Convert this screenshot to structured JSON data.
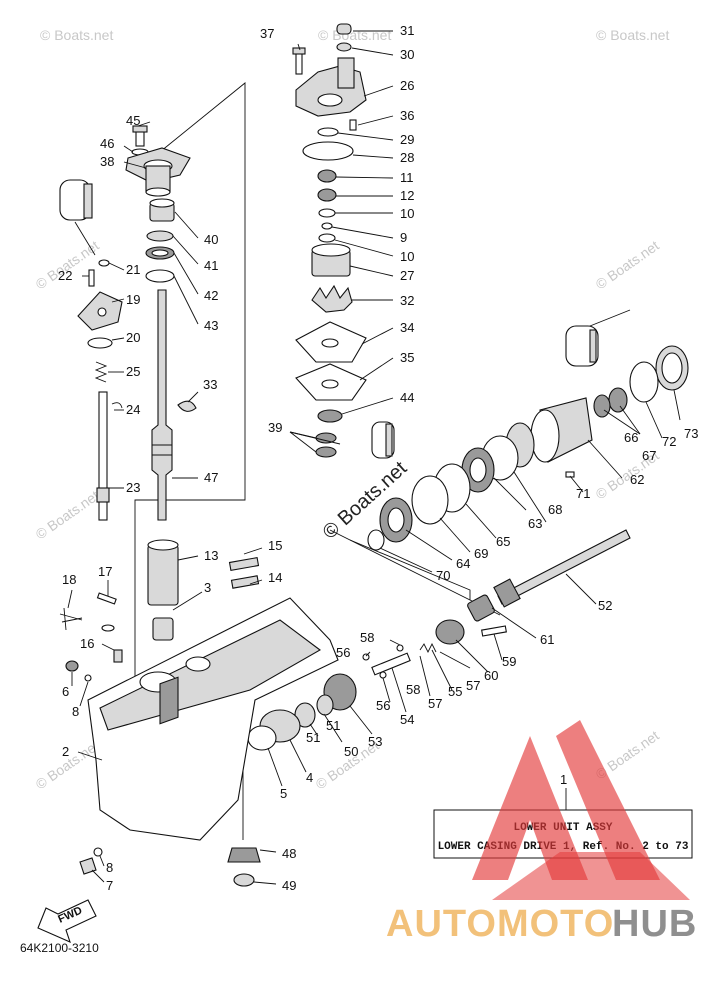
{
  "callouts": {
    "n1": "1",
    "n2": "2",
    "n3": "3",
    "n4": "4",
    "n5": "5",
    "n6": "6",
    "n7": "7",
    "n8a": "8",
    "n8b": "8",
    "n9": "9",
    "n10a": "10",
    "n10b": "10",
    "n11": "11",
    "n12": "12",
    "n13": "13",
    "n14": "14",
    "n15": "15",
    "n16": "16",
    "n17": "17",
    "n18": "18",
    "n19": "19",
    "n20": "20",
    "n21": "21",
    "n22": "22",
    "n23": "23",
    "n24": "24",
    "n25": "25",
    "n26": "26",
    "n27": "27",
    "n28": "28",
    "n29": "29",
    "n30": "30",
    "n31": "31",
    "n32": "32",
    "n33": "33",
    "n34": "34",
    "n35": "35",
    "n36": "36",
    "n37": "37",
    "n38": "38",
    "n39": "39",
    "n40": "40",
    "n41": "41",
    "n42": "42",
    "n43": "43",
    "n44": "44",
    "n45": "45",
    "n46": "46",
    "n47": "47",
    "n48": "48",
    "n49": "49",
    "n50": "50",
    "n51a": "51",
    "n51b": "51",
    "n52": "52",
    "n53": "53",
    "n54": "54",
    "n55": "55",
    "n56a": "56",
    "n56b": "56",
    "n57a": "57",
    "n57b": "57",
    "n58a": "58",
    "n58b": "58",
    "n59": "59",
    "n60": "60",
    "n61": "61",
    "n62": "62",
    "n63": "63",
    "n64": "64",
    "n65": "65",
    "n66": "66",
    "n67": "67",
    "n68": "68",
    "n69": "69",
    "n70": "70",
    "n71": "71",
    "n72": "72",
    "n73": "73"
  },
  "note_box": {
    "line1": "LOWER UNIT ASSY",
    "line2": "LOWER CASING DRIVE 1,  Ref. No. 2 to 73"
  },
  "fwd_label": "FWD",
  "diagram_code": "64K2100-3210",
  "watermark_text": "© Boats.net",
  "center_watermark": "© Boats.net",
  "logo": {
    "part1": "AUTOMOTO",
    "part2": "HUB",
    "color1": "#f2c17a",
    "color2": "#9a9a9a",
    "triangle_color": "#e33a3a"
  }
}
